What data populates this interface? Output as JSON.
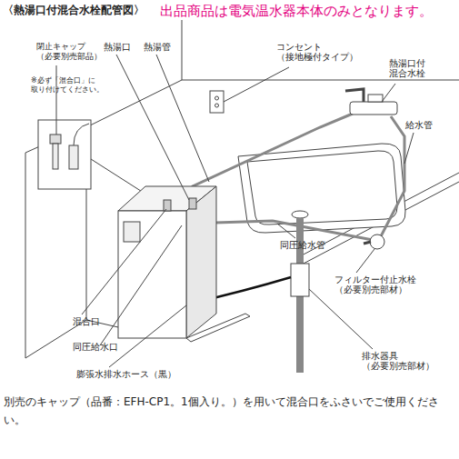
{
  "diagram": {
    "title": "〈熱湯口付混合水栓配管図〉",
    "caption": "別売のキャップ（品番：EFH-CP1。1個入り。）を用いて混合口をふさいでご使用ください。",
    "labels": [
      "出品商品は電気温水器本体のみとなります。",
      "閉止キャップ （必要別売部品）",
      "※必ず「混合口」に 取り付けてください。",
      "熱湯口",
      "熱湯管",
      "コンセント （接地極付タイプ）",
      "熱湯口付 混合水栓",
      "給水管",
      "同圧給水管",
      "フィルター付止水栓 （必要別売部材）",
      "混合口",
      "同圧給水口",
      "膨張水排水ホース（黒）",
      "排水器具 （必要別売部材）"
    ]
  }
}
